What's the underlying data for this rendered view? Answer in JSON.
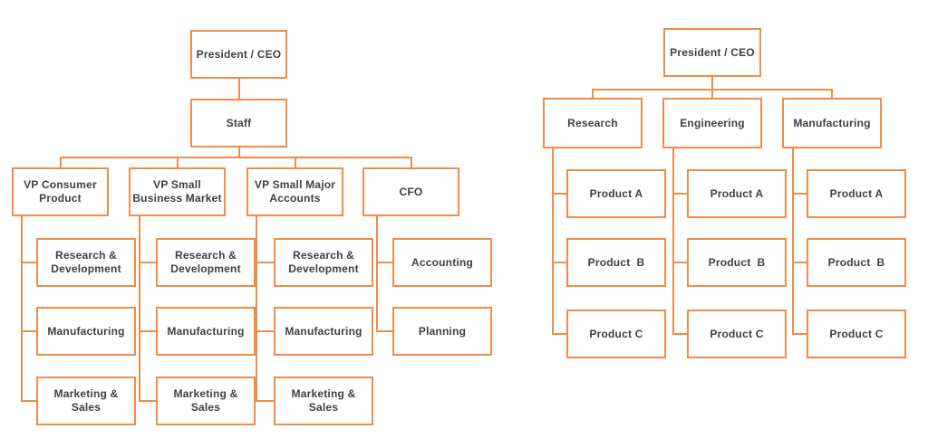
{
  "style": {
    "accent_color": "#EE8C48",
    "text_color": "#3F3F3F",
    "background_color": "#FFFFFF"
  },
  "left_chart": {
    "president": "President / CEO",
    "staff": "Staff",
    "vps": [
      "VP Consumer\nProduct",
      "VP Small\nBusiness Market",
      "VP Small Major\nAccounts",
      "CFO"
    ],
    "vp_children": [
      [
        "Research &\nDevelopment",
        "Manufacturing",
        "Marketing &\nSales"
      ],
      [
        "Research &\nDevelopment",
        "Manufacturing",
        "Marketing &\nSales"
      ],
      [
        "Research &\nDevelopment",
        "Manufacturing",
        "Marketing &\nSales"
      ],
      [
        "Accounting",
        "Planning"
      ]
    ]
  },
  "right_chart": {
    "president": "President / CEO",
    "departments": [
      "Research",
      "Engineering",
      "Manufacturing"
    ],
    "products": [
      [
        "Product A",
        "Product  B",
        "Product C"
      ],
      [
        "Product A",
        "Product  B",
        "Product C"
      ],
      [
        "Product A",
        "Product  B",
        "Product C"
      ]
    ]
  }
}
